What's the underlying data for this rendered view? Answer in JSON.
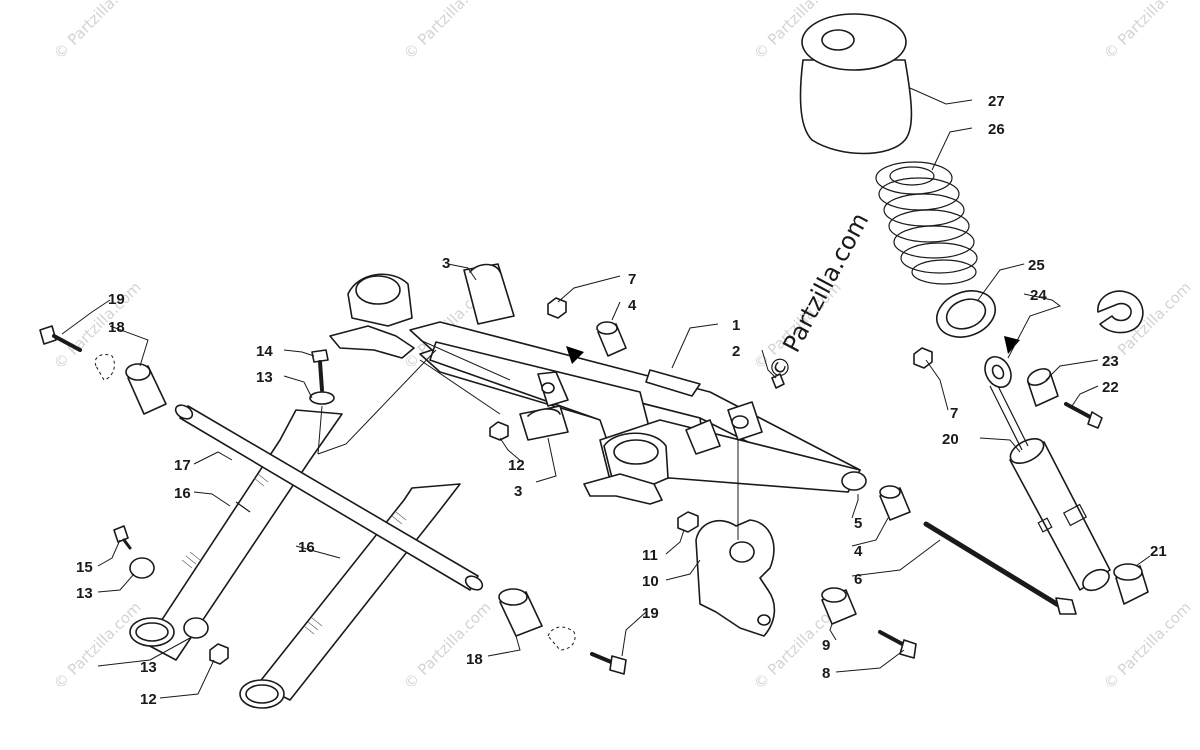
{
  "diagram": {
    "watermark_text": "© Partzilla.com",
    "center_watermark_text": "© Partzilla.com",
    "callouts": {
      "c1": "1",
      "c2": "2",
      "c3a": "3",
      "c3b": "3",
      "c4a": "4",
      "c4b": "4",
      "c5": "5",
      "c6": "6",
      "c7a": "7",
      "c7b": "7",
      "c8": "8",
      "c9": "9",
      "c10": "10",
      "c11": "11",
      "c12a": "12",
      "c12b": "12",
      "c13a": "13",
      "c13b": "13",
      "c13c": "13",
      "c14": "14",
      "c15": "15",
      "c16a": "16",
      "c16b": "16",
      "c17": "17",
      "c18a": "18",
      "c18b": "18",
      "c19a": "19",
      "c19b": "19",
      "c20": "20",
      "c21": "21",
      "c22": "22",
      "c23": "23",
      "c24": "24",
      "c25": "25",
      "c26": "26",
      "c27": "27"
    }
  }
}
